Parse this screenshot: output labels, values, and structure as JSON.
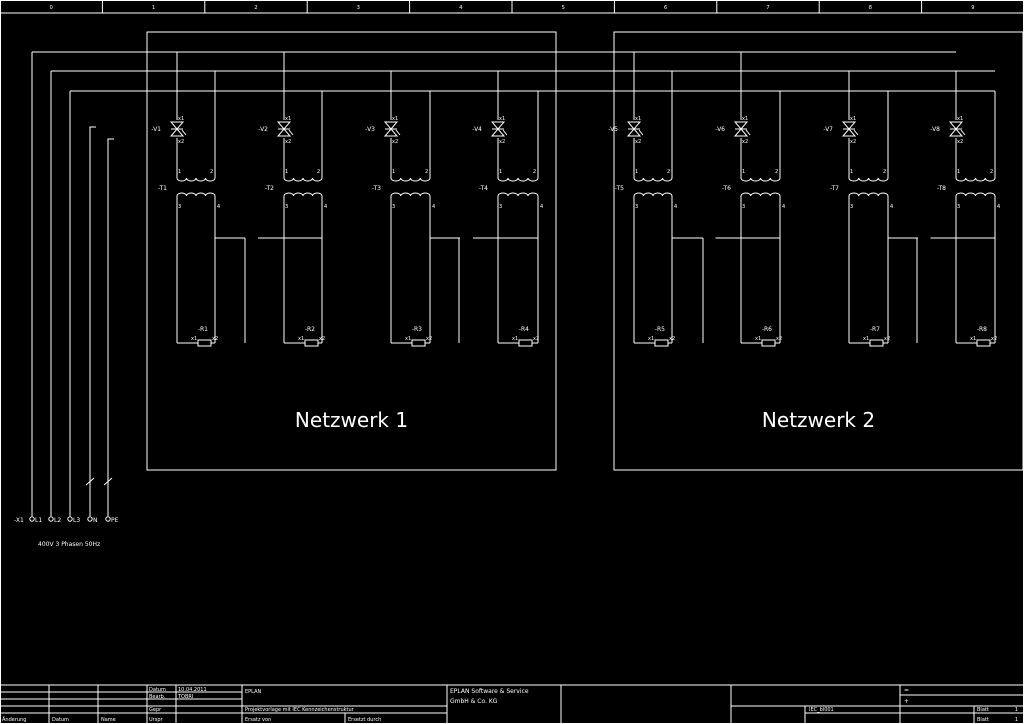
{
  "column_numbers": [
    "0",
    "1",
    "2",
    "3",
    "4",
    "5",
    "6",
    "7",
    "8",
    "9"
  ],
  "networks": [
    {
      "title": "Netzwerk 1",
      "thyristors": [
        "-V1",
        "-V2",
        "-V3",
        "-V4"
      ],
      "transformers": [
        "-T1",
        "-T2",
        "-T3",
        "-T4"
      ],
      "resistors": [
        "-R1",
        "-R2",
        "-R3",
        "-R4"
      ]
    },
    {
      "title": "Netzwerk 2",
      "thyristors": [
        "-V5",
        "-V6",
        "-V7",
        "-V8"
      ],
      "transformers": [
        "-T5",
        "-T6",
        "-T7",
        "-T8"
      ],
      "resistors": [
        "-R5",
        "-R6",
        "-R7",
        "-R8"
      ]
    }
  ],
  "pins": {
    "thyristor_top": "x1",
    "thyristor_bottom": "x2",
    "resistor_left": "x1",
    "resistor_right": "x2",
    "tr_1": "1",
    "tr_2": "2",
    "tr_3": "3",
    "tr_4": "4"
  },
  "terminal": {
    "name": "-X1",
    "terminals": [
      "L1",
      "L2",
      "L3",
      "N",
      "PE"
    ],
    "supply": "400V 3 Phasen 50Hz"
  },
  "title_block": {
    "date_label": "Datum",
    "date_value": "10.04.2011",
    "bearb_label": "Bearb.",
    "bearb_value": "TOBRI",
    "gepr_label": "Gepr",
    "urspr_label": "Urspr",
    "change_label": "Änderung",
    "datum_col": "Datum",
    "name_col": "Name",
    "company_short": "EPLAN",
    "project_desc": "Projektvorlage mit IEC Kennzeichenstruktur",
    "ersatz_von": "Ersatz von",
    "ersetzt_durch": "Ersetzt durch",
    "company_line1": "EPLAN Software & Service",
    "company_line2": "GmbH & Co. KG",
    "eq_mark": "=",
    "plus_mark": "+",
    "drawing_id": "IEC_bl001",
    "blatt_label": "Blatt",
    "blatt_value": "1",
    "blatt_total": "1"
  }
}
